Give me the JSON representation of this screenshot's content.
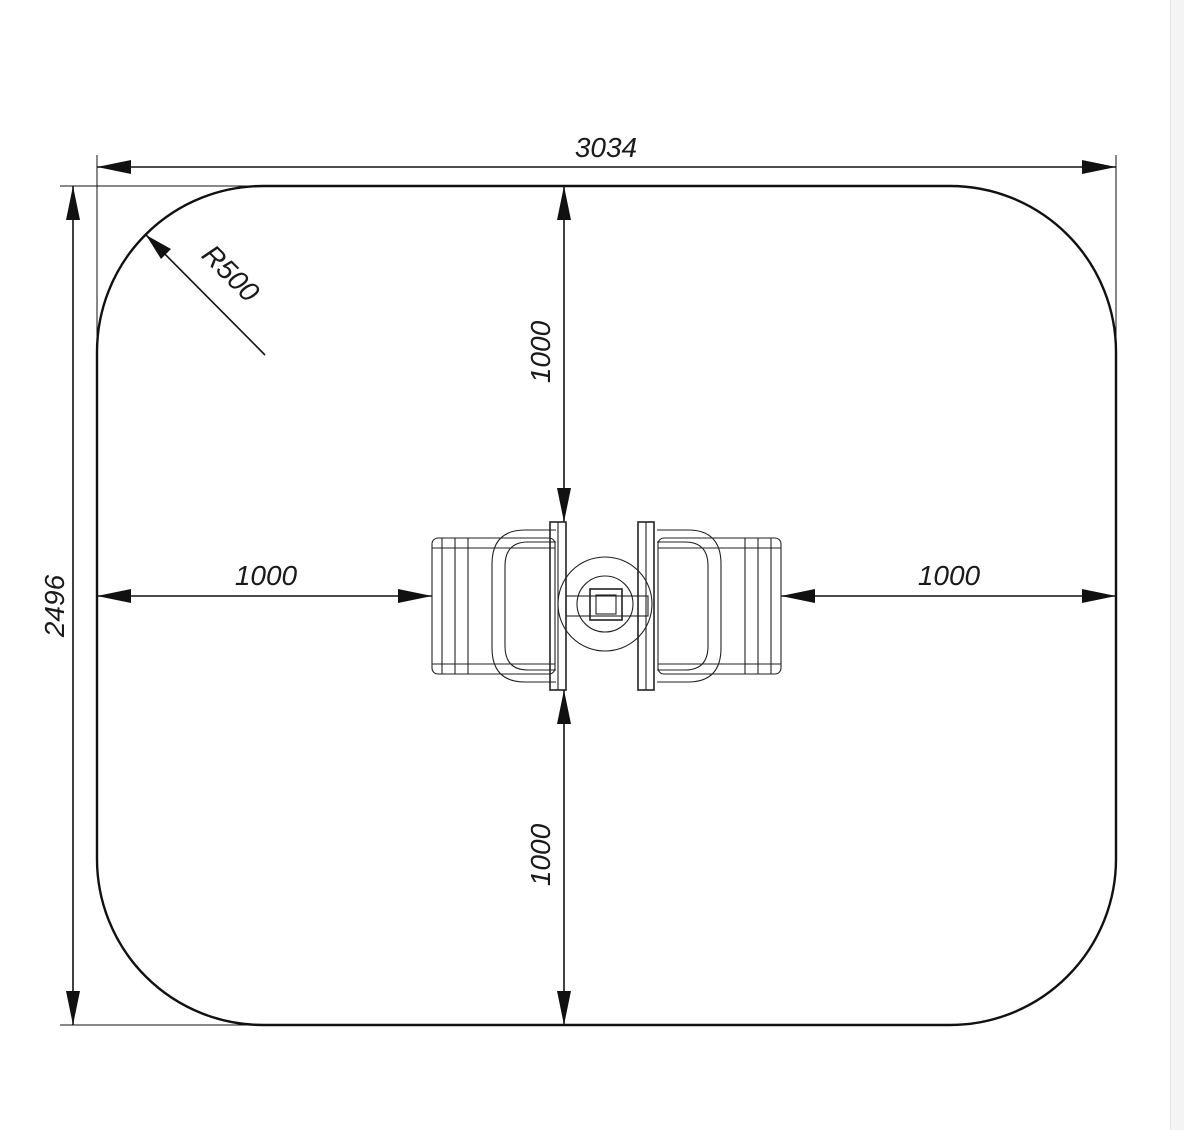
{
  "drawing": {
    "overall_width_label": "3034",
    "overall_height_label": "2496",
    "corner_radius_label": "R500",
    "clearance_top_label": "1000",
    "clearance_bottom_label": "1000",
    "clearance_left_label": "1000",
    "clearance_right_label": "1000"
  },
  "colors": {
    "line": "#111111",
    "background": "#ffffff"
  }
}
